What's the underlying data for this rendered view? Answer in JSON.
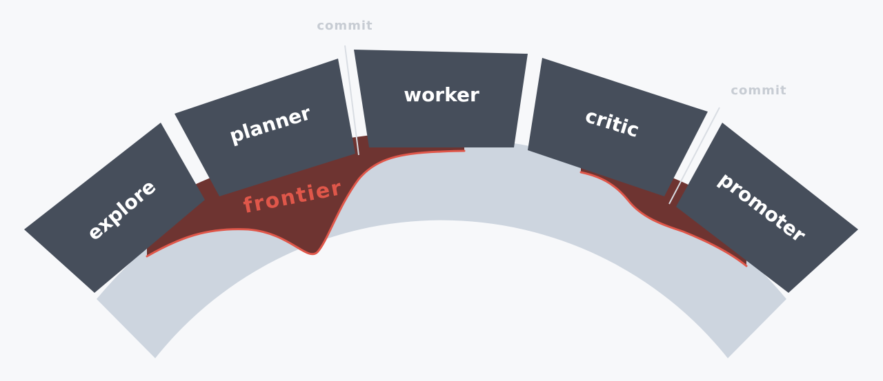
{
  "diagram": {
    "stages": [
      {
        "id": "explore",
        "label": "explore"
      },
      {
        "id": "planner",
        "label": "planner"
      },
      {
        "id": "worker",
        "label": "worker"
      },
      {
        "id": "critic",
        "label": "critic"
      },
      {
        "id": "promoter",
        "label": "promoter"
      }
    ],
    "frontier_label": "frontier",
    "commit_labels": [
      "commit",
      "commit"
    ]
  },
  "colors": {
    "background": "#f7f8fa",
    "segment_fill": "#464e5b",
    "segment_text": "#ffffff",
    "inner_band": "#cdd5df",
    "frontier_fill": "#6e3431",
    "frontier_line": "#e0574a",
    "commit_text": "#c7ccd3",
    "divider": "#d9dde3"
  }
}
